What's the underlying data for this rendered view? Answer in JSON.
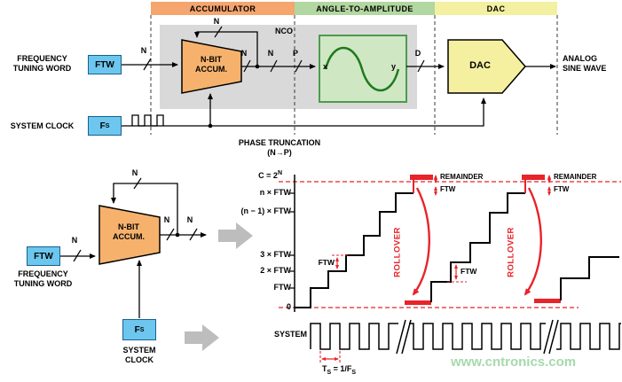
{
  "sections": {
    "accumulator": "ACCUMULATOR",
    "angle_to_amplitude": "ANGLE-TO-AMPLITUDE",
    "dac": "DAC"
  },
  "colors": {
    "accumulator_header": "#f5a56e",
    "angle_header": "#b2d7a0",
    "dac_header": "#f4f0a1",
    "blue_box_fill": "#6dc6ee",
    "blue_box_border": "#16618f",
    "accumulator_fill": "#f6b26d",
    "nco_box_fill": "#d9d9d9",
    "green_box_fill": "#cfe7c3",
    "green_box_border": "#4d9b4d",
    "sine_stroke": "#1e7a1e",
    "dac_fill": "#f5f0a0",
    "red_accent": "#e8232a",
    "gray_arrow": "#bdbdbd",
    "watermark_green": "#a6d9ad"
  },
  "top_diagram": {
    "nco_label": "NCO",
    "accumulator_block": [
      "N-BIT",
      "ACCUM."
    ],
    "ftw_box": "FTW",
    "frequency_tuning_word": [
      "FREQUENCY",
      "TUNING WORD"
    ],
    "system_clock": "SYSTEM CLOCK",
    "fs_box": [
      "F",
      "S"
    ],
    "dac_block": "DAC",
    "analog_sine_wave": [
      "ANALOG",
      "SINE WAVE"
    ],
    "phase_truncation": [
      "PHASE TRUNCATION",
      "(N→P)"
    ],
    "bus_n": "N",
    "bus_p": "P",
    "bus_d": "D",
    "sine_in": "x",
    "sine_out": "y"
  },
  "bottom_diagram": {
    "accumulator_block": [
      "N-BIT",
      "ACCUM."
    ],
    "ftw_box": "FTW",
    "frequency_tuning_word": [
      "FREQUENCY",
      "TUNING WORD"
    ],
    "fs_box": [
      "F",
      "S"
    ],
    "system_clock": [
      "SYSTEM",
      "CLOCK"
    ],
    "bus_n": "N"
  },
  "phase_chart": {
    "c_max": [
      "C = 2",
      "N"
    ],
    "y_axis_labels": [
      "n × FTW",
      "(n − 1) × FTW",
      "3 × FTW",
      "2 × FTW",
      "FTW",
      "0"
    ],
    "step_label": "FTW",
    "rollover_label": "ROLLOVER",
    "remainder_label": "REMAINDER",
    "system_label": "SYSTEM",
    "period_label": [
      "T",
      "S",
      " = 1/F",
      "S"
    ]
  },
  "watermark": "www.cntronics.com"
}
